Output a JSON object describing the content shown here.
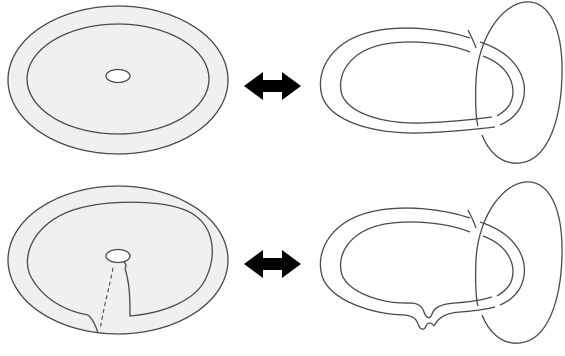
{
  "figure": {
    "rows": [
      {
        "id": "top",
        "left_panel": "annulus",
        "arrow": "double-arrow",
        "right_panel": "linked-band"
      },
      {
        "id": "bottom",
        "left_panel": "annulus-with-cut",
        "arrow": "double-arrow",
        "right_panel": "linked-band-with-twist"
      }
    ],
    "colors": {
      "stroke": "#4a4a4a",
      "surface": "#f0f0f0",
      "hole": "#ffffff",
      "arrow": "#000000"
    }
  }
}
